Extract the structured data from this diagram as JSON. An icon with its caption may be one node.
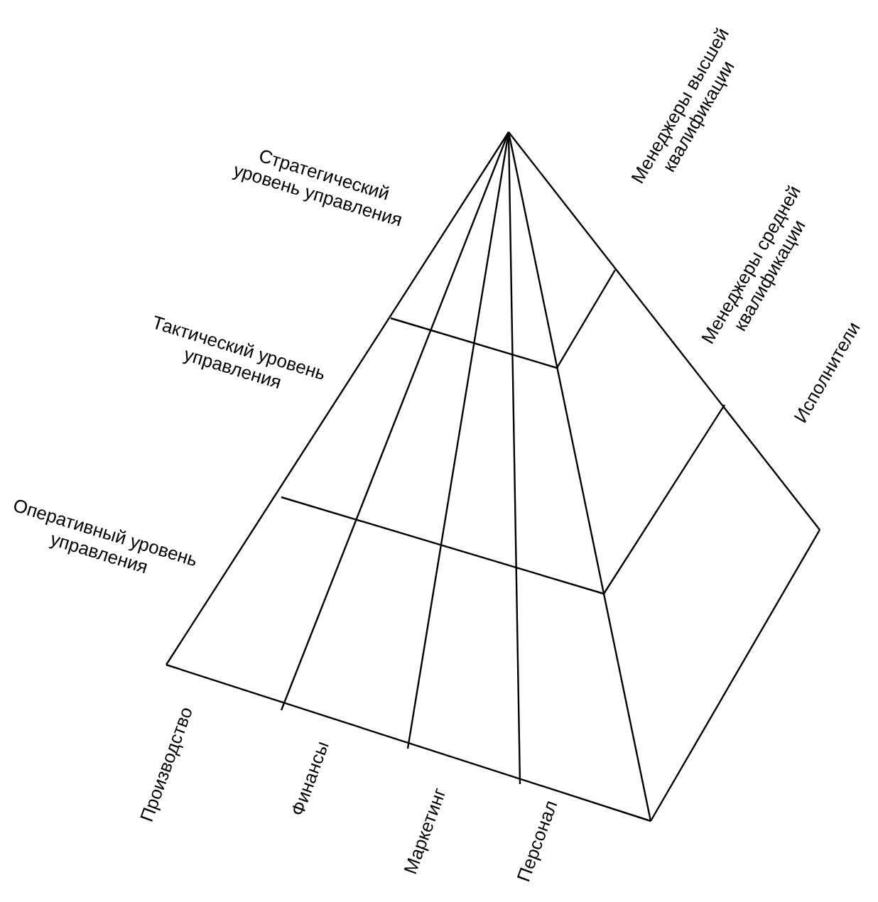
{
  "diagram": {
    "labels": [
      "Стратегический уровень управления",
      "Тактический уровень управления",
      "Оперативный уровень управления",
      "Менеджеры высшей квалификации",
      "Менеджеры средней квалификации",
      "Исполнители",
      "Производство",
      "Финансы",
      "Маркетинг",
      "Персонал"
    ]
  }
}
